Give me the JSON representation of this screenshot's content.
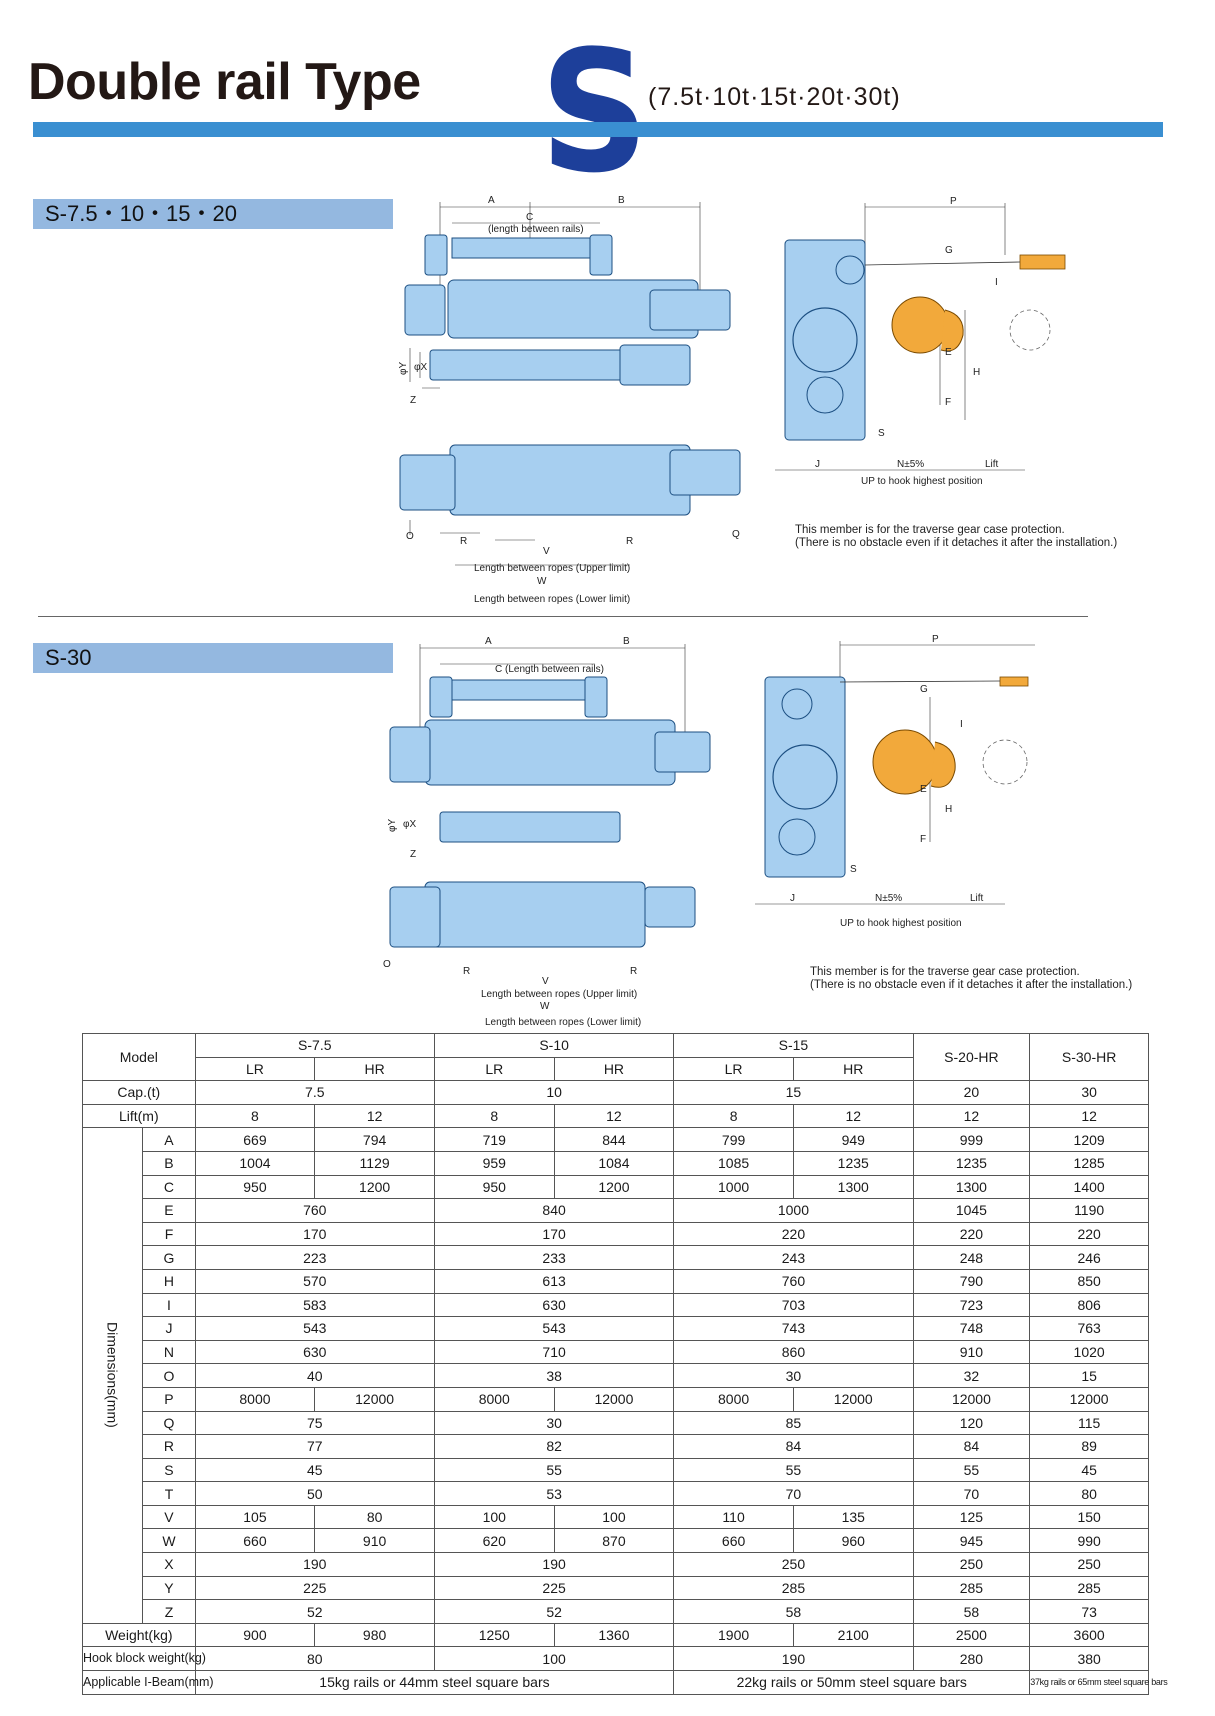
{
  "header": {
    "title": "Double rail Type",
    "series_letter": "S",
    "capacities": "(7.5t·10t·15t·20t·30t)"
  },
  "sections": [
    {
      "label": "S-7.5・10・15・20"
    },
    {
      "label": "S-30"
    }
  ],
  "diagram_labels": {
    "A": "A",
    "B": "B",
    "C": "C",
    "P": "P",
    "G": "G",
    "I": "I",
    "E": "E",
    "H": "H",
    "F": "F",
    "J": "J",
    "S": "S",
    "Lift": "Lift",
    "N": "N±5%",
    "phiY": "φY",
    "phiX": "φX",
    "Z": "Z",
    "O": "O",
    "Q": "Q",
    "R": "R",
    "V": "V",
    "W": "W",
    "length_between_rails_1": "(length between rails)",
    "length_between_rails_2": "C (Length between rails)",
    "ropes_upper": "Length between ropes (Upper limit)",
    "ropes_lower": "Length between ropes (Lower limit)",
    "hook_highest": "UP to hook highest position",
    "note_line1": "This member is for the traverse gear case protection.",
    "note_line2": "(There is no obstacle even if it detaches it after the installation.)"
  },
  "table": {
    "model_label": "Model",
    "models": [
      "S-7.5",
      "S-10",
      "S-15",
      "S-20-HR",
      "S-30-HR"
    ],
    "subtypes": [
      "LR",
      "HR",
      "LR",
      "HR",
      "LR",
      "HR"
    ],
    "cap_label": "Cap.(t)",
    "cap": [
      "7.5",
      "10",
      "15",
      "20",
      "30"
    ],
    "lift_label": "Lift(m)",
    "lift": [
      "8",
      "12",
      "8",
      "12",
      "8",
      "12",
      "12",
      "12"
    ],
    "dim_caption": "Dimensions(mm)",
    "dims": [
      {
        "k": "A",
        "split": true,
        "v": [
          "669",
          "794",
          "719",
          "844",
          "799",
          "949",
          "999",
          "1209"
        ]
      },
      {
        "k": "B",
        "split": true,
        "v": [
          "1004",
          "1129",
          "959",
          "1084",
          "1085",
          "1235",
          "1235",
          "1285"
        ]
      },
      {
        "k": "C",
        "split": true,
        "v": [
          "950",
          "1200",
          "950",
          "1200",
          "1000",
          "1300",
          "1300",
          "1400"
        ]
      },
      {
        "k": "E",
        "split": false,
        "v": [
          "760",
          "840",
          "1000",
          "1045",
          "1190"
        ]
      },
      {
        "k": "F",
        "split": false,
        "v": [
          "170",
          "170",
          "220",
          "220",
          "220"
        ]
      },
      {
        "k": "G",
        "split": false,
        "v": [
          "223",
          "233",
          "243",
          "248",
          "246"
        ]
      },
      {
        "k": "H",
        "split": false,
        "v": [
          "570",
          "613",
          "760",
          "790",
          "850"
        ]
      },
      {
        "k": "I",
        "split": false,
        "v": [
          "583",
          "630",
          "703",
          "723",
          "806"
        ]
      },
      {
        "k": "J",
        "split": false,
        "v": [
          "543",
          "543",
          "743",
          "748",
          "763"
        ]
      },
      {
        "k": "N",
        "split": false,
        "v": [
          "630",
          "710",
          "860",
          "910",
          "1020"
        ]
      },
      {
        "k": "O",
        "split": false,
        "v": [
          "40",
          "38",
          "30",
          "32",
          "15"
        ]
      },
      {
        "k": "P",
        "split": true,
        "v": [
          "8000",
          "12000",
          "8000",
          "12000",
          "8000",
          "12000",
          "12000",
          "12000"
        ]
      },
      {
        "k": "Q",
        "split": false,
        "v": [
          "75",
          "30",
          "85",
          "120",
          "115"
        ]
      },
      {
        "k": "R",
        "split": false,
        "v": [
          "77",
          "82",
          "84",
          "84",
          "89"
        ]
      },
      {
        "k": "S",
        "split": false,
        "v": [
          "45",
          "55",
          "55",
          "55",
          "45"
        ]
      },
      {
        "k": "T",
        "split": false,
        "v": [
          "50",
          "53",
          "70",
          "70",
          "80"
        ]
      },
      {
        "k": "V",
        "split": true,
        "v": [
          "105",
          "80",
          "100",
          "100",
          "110",
          "135",
          "125",
          "150"
        ]
      },
      {
        "k": "W",
        "split": true,
        "v": [
          "660",
          "910",
          "620",
          "870",
          "660",
          "960",
          "945",
          "990"
        ]
      },
      {
        "k": "X",
        "split": false,
        "v": [
          "190",
          "190",
          "250",
          "250",
          "250"
        ]
      },
      {
        "k": "Y",
        "split": false,
        "v": [
          "225",
          "225",
          "285",
          "285",
          "285"
        ]
      },
      {
        "k": "Z",
        "split": false,
        "v": [
          "52",
          "52",
          "58",
          "58",
          "73"
        ]
      }
    ],
    "weight_label": "Weight(kg)",
    "weight": [
      "900",
      "980",
      "1250",
      "1360",
      "1900",
      "2100",
      "2500",
      "3600"
    ],
    "hook_label": "Hook block weight(kg)",
    "hook": [
      "80",
      "100",
      "190",
      "280",
      "380"
    ],
    "beam_label": "Applicable I-Beam(mm)",
    "beam": [
      "15kg rails or 44mm steel square bars",
      "22kg rails or 50mm steel square bars",
      "37kg rails or 65mm steel square bars"
    ]
  },
  "colors": {
    "accent_blue": "#3a8fd1",
    "section_blue": "#94b8e0",
    "big_s": "#1d3f9a",
    "machine": "#a7cff0",
    "sheave": "#f2a93b"
  }
}
